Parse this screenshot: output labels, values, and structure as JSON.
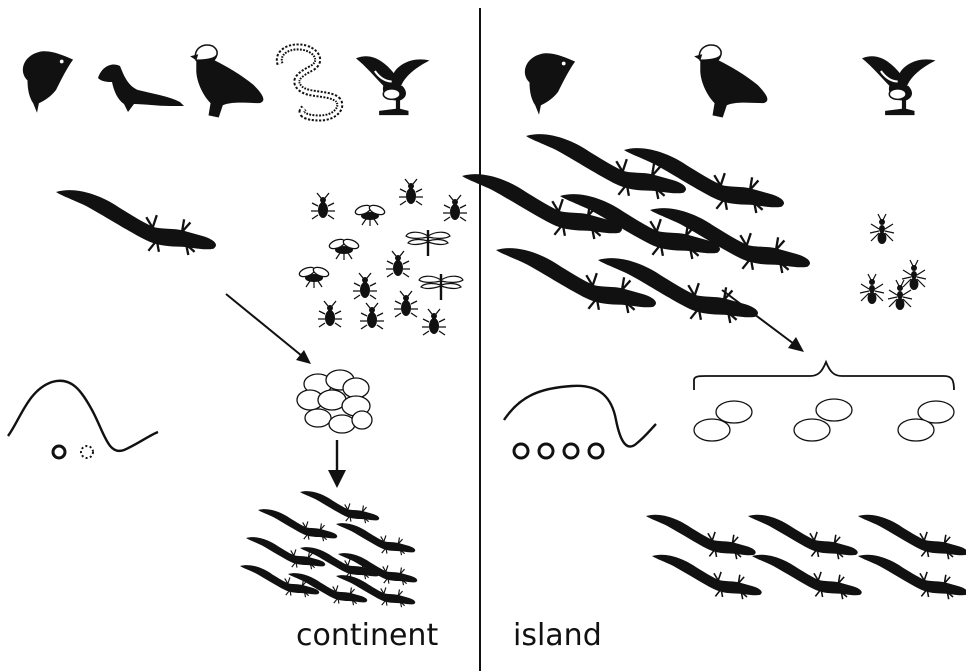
{
  "labels": {
    "continent": "continent",
    "island": "island"
  },
  "panels": {
    "continent": {
      "predators": [
        "raptor-icon",
        "weasel-icon",
        "eagle-icon",
        "snake-icon",
        "seabird-icon"
      ],
      "lizard_density": "single lizard",
      "food": "many insects",
      "clutch": "many small eggs",
      "hatchlings": "many young lizards"
    },
    "island": {
      "predators": [
        "raptor-icon",
        "eagle-icon",
        "seabird-icon"
      ],
      "lizard_density": "many lizards",
      "food": "few insects",
      "clutch": "pairs of large eggs",
      "hatchlings": "fewer young lizards"
    }
  },
  "colors": {
    "ink": "#111111",
    "background": "#ffffff"
  }
}
